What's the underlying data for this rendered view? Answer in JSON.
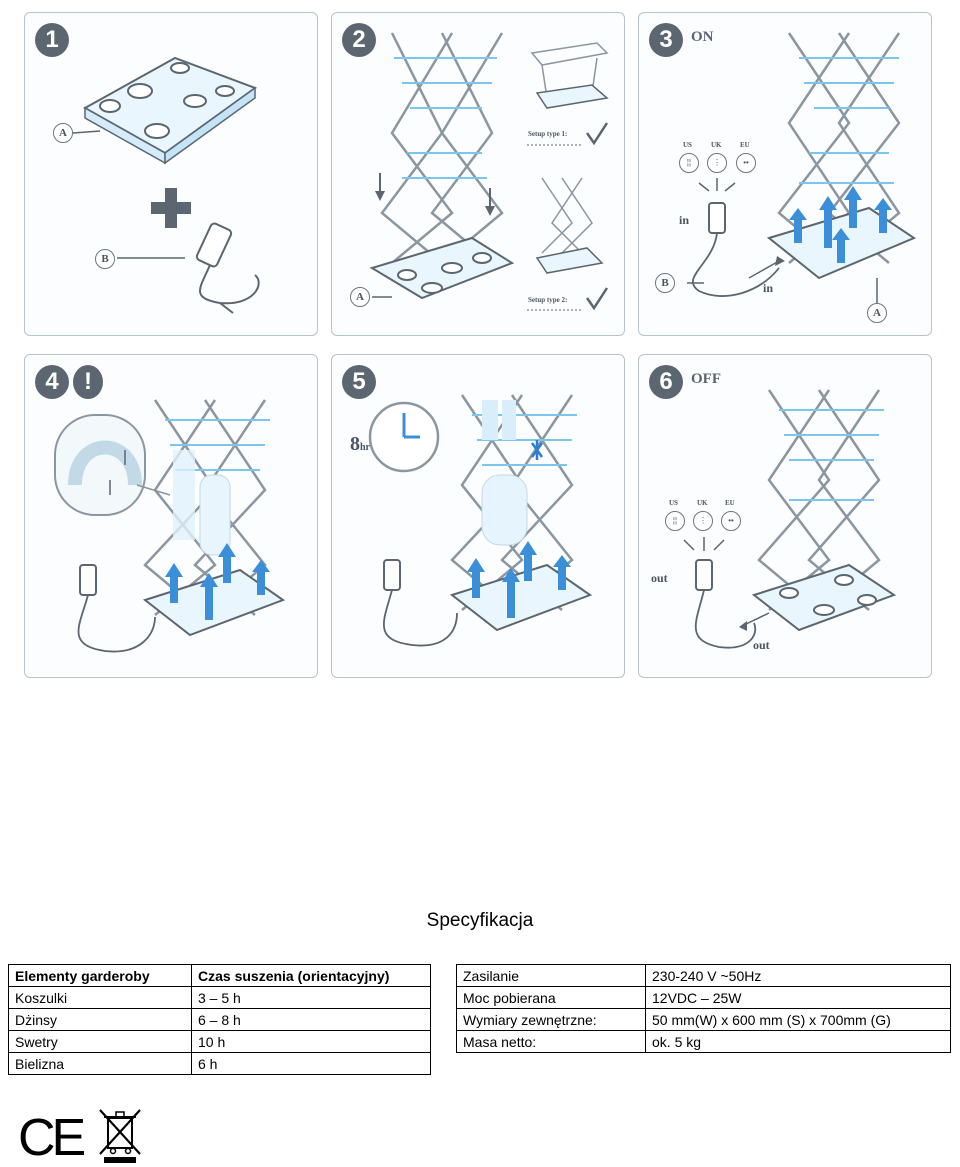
{
  "panels": [
    {
      "step": "1",
      "extra": "",
      "word": "",
      "labels": [
        "A",
        "B"
      ]
    },
    {
      "step": "2",
      "extra": "",
      "word": "",
      "labels": [
        "A"
      ],
      "setup1": "Setup type 1:",
      "setup2": "Setup type 2:"
    },
    {
      "step": "3",
      "extra": "",
      "word": "ON",
      "labels": [
        "B",
        "A"
      ],
      "in_top": "in",
      "in_bottom": "in",
      "plugs": [
        "US",
        "UK",
        "EU"
      ]
    },
    {
      "step": "4",
      "extra": "!",
      "word": "",
      "labels": []
    },
    {
      "step": "5",
      "extra": "",
      "word": "",
      "timer": "8",
      "timer_unit": "hr"
    },
    {
      "step": "6",
      "extra": "",
      "word": "OFF",
      "out_top": "out",
      "out_bottom": "out",
      "plugs": [
        "US",
        "UK",
        "EU"
      ]
    }
  ],
  "spec": {
    "title": "Specyfikacja",
    "drying_table": {
      "headers": [
        "Elementy garderoby",
        "Czas suszenia (orientacyjny)"
      ],
      "rows": [
        [
          "Koszulki",
          "3 – 5 h"
        ],
        [
          "Dżinsy",
          "6 – 8 h"
        ],
        [
          "Swetry",
          "10 h"
        ],
        [
          "Bielizna",
          "6 h"
        ]
      ]
    },
    "params_table": {
      "rows": [
        [
          "Zasilanie",
          "230-240 V ~50Hz"
        ],
        [
          "Moc pobierana",
          "12VDC – 25W"
        ],
        [
          "Wymiary zewnętrzne:",
          "50 mm(W) x 600 mm (S) x 700mm (G)"
        ],
        [
          "Masa netto:",
          "ok. 5 kg"
        ]
      ]
    }
  },
  "marks": {
    "ce": "CE"
  },
  "colors": {
    "frame": "#8a96a0",
    "airflow": "#3b8fd9",
    "glow": "#bfe3fb",
    "badge": "#5b6670"
  }
}
